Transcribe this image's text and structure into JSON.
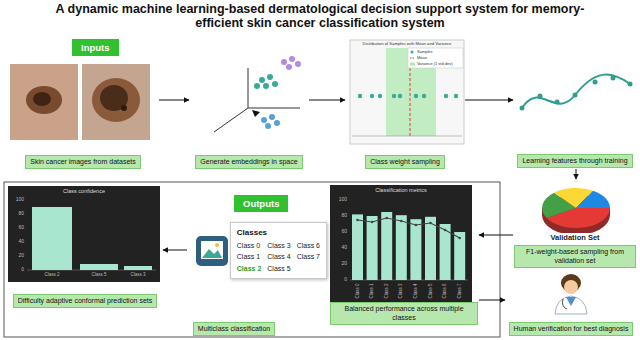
{
  "diagram": {
    "title": "A dynamic machine learning-based dermatological decision support system for memory-efficient skin cancer classification system",
    "nodes": [
      {
        "text": [
          "Inputs"
        ]
      },
      {
        "text": [
          "Skin cancer images from datasets"
        ]
      },
      {
        "text": [
          "Generate embeddings in space"
        ]
      },
      {
        "text": [
          "Class weight sampling"
        ]
      },
      {
        "text": [
          "Learning features through training"
        ]
      },
      {
        "text": [
          "Validation Set",
          "F1-weight-based sampling from validation set"
        ]
      },
      {
        "text": [
          "Difficulty adaptive conformal prediction sets"
        ]
      },
      {
        "text": [
          "Outputs"
        ]
      },
      {
        "text": [
          "Classes",
          "Class 0",
          "Class 3",
          "Class 6",
          "Class 1",
          "Class 4",
          "Class 7",
          "Class 2",
          "Class 5"
        ]
      },
      {
        "text": [
          "Multiclass classification"
        ]
      },
      {
        "text": [
          "Balanced performance across multiple classes"
        ]
      },
      {
        "text": [
          "Human verification for best diagnosis"
        ]
      }
    ],
    "edges": [
      {
        "from": 1,
        "to": 2,
        "arrow": "to"
      },
      {
        "from": 2,
        "to": 3,
        "arrow": "to"
      },
      {
        "from": 3,
        "to": 4,
        "arrow": "to"
      },
      {
        "from": 4,
        "to": 5,
        "arrow": "to"
      },
      {
        "from": 5,
        "to": 10,
        "arrow": "to"
      },
      {
        "from": 10,
        "to": 11,
        "arrow": "to"
      },
      {
        "from": 9,
        "to": 6,
        "arrow": "to"
      }
    ],
    "labels": [
      "Distribution of Samples with Mean and Variance",
      "Samples",
      "Mean",
      "Variance (1 std dev)",
      "Class confidence",
      "100",
      "80",
      "60",
      "40",
      "20",
      "0",
      "Class 2",
      "Class 5",
      "Class 3",
      "Classification metrics",
      "100",
      "80",
      "60",
      "40",
      "20",
      "0",
      "Class 0",
      "Class 1",
      "Class 2",
      "Class 3",
      "Class 4",
      "Class 5",
      "Class 6",
      "Class 7"
    ]
  }
}
